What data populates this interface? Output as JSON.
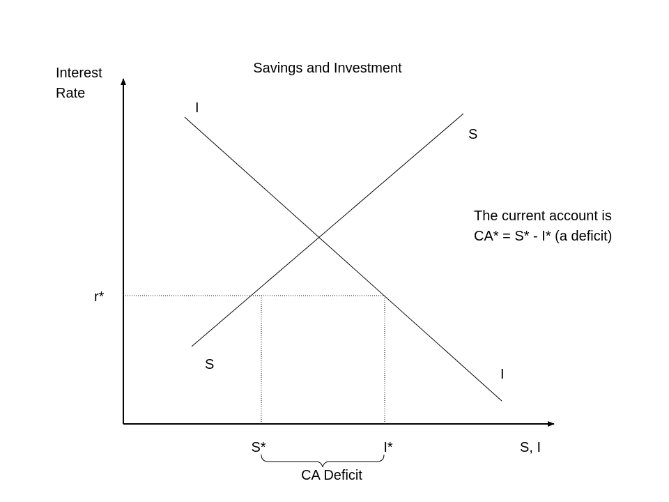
{
  "title": "Savings and Investment",
  "y_axis_label": [
    "Interest",
    "Rate"
  ],
  "x_axis_label": "S, I",
  "curves": {
    "investment": {
      "label_top": "I",
      "label_bottom": "I"
    },
    "savings": {
      "label_top": "S",
      "label_bottom": "S"
    }
  },
  "equilibrium": {
    "rate_label": "r*",
    "savings_label": "S*",
    "investment_label": "I*"
  },
  "brace_label": "CA Deficit",
  "annotation": [
    "The current account is",
    "CA* = S* - I* (a deficit)"
  ],
  "colors": {
    "ink": "#000000",
    "background": "#ffffff"
  }
}
